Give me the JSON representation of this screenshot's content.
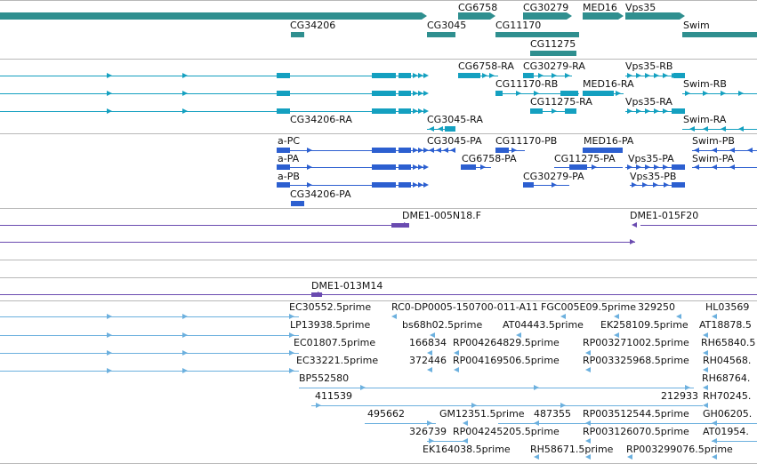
{
  "colors": {
    "gene": "#2f8f8f",
    "transcript": "#14a0c0",
    "cds": "#2c5fd0",
    "clone": "#6a4bb0",
    "est": "#6cb0de",
    "separator": "#b8b8b8"
  },
  "tracks": {
    "genes": {
      "labels": [
        "CG34206",
        "CG6758",
        "CG30279",
        "MED16",
        "Vps35",
        "CG3045",
        "CG11170",
        "Swim",
        "CG11275"
      ]
    },
    "transcripts": {
      "labels": [
        "CG6758-RA",
        "CG30279-RA",
        "Vps35-RB",
        "CG11170-RB",
        "MED16-RA",
        "Swim-RB",
        "CG11275-RA",
        "Vps35-RA",
        "CG34206-RA",
        "CG3045-RA",
        "Swim-RA"
      ]
    },
    "proteins": {
      "labels": [
        "a-PC",
        "CG3045-PA",
        "CG11170-PB",
        "MED16-PA",
        "Swim-PB",
        "a-PA",
        "CG6758-PA",
        "CG11275-PA",
        "Vps35-PA",
        "Swim-PA",
        "a-PB",
        "CG30279-PA",
        "Vps35-PB",
        "CG34206-PA"
      ]
    },
    "clones": {
      "labels": [
        "DME1-005N18.F",
        "DME1-015F20",
        "DME1-013M14"
      ]
    },
    "ests": {
      "labels": [
        "EC30552.5prime",
        "RC0-DP0005-150700-011-A11",
        "FGC005E09.5prime",
        "329250",
        "HL03569",
        "LP13938.5prime",
        "bs68h02.5prime",
        "AT04443.5prime",
        "EK258109.5prime",
        "AT18878.5",
        "EC01807.5prime",
        "166834",
        "RP004264829.5prime",
        "RP003271002.5prime",
        "RH65840.5",
        "EC33221.5prime",
        "372446",
        "RP004169506.5prime",
        "RP003325968.5prime",
        "RH04568.",
        "BP552580",
        "RH68764.",
        "411539",
        "212933",
        "RH70245.",
        "495662",
        "GM12351.5prime",
        "487355",
        "RP003512544.5prime",
        "GH06205.",
        "326739",
        "RP004245205.5prime",
        "RP003126070.5prime",
        "AT01954.",
        "EK164038.5prime",
        "RH58671.5prime",
        "RP003299076.5prime"
      ]
    }
  }
}
